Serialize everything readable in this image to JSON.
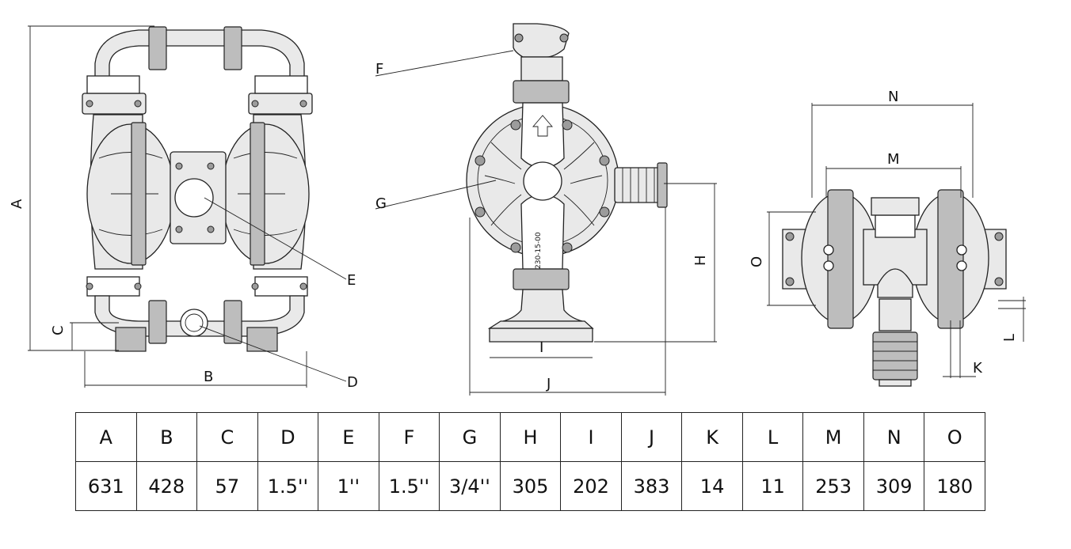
{
  "labels": {
    "A": "A",
    "B": "B",
    "C": "C",
    "D": "D",
    "E": "E",
    "F": "F",
    "G": "G",
    "H": "H",
    "I": "I",
    "J": "J",
    "K": "K",
    "L": "L",
    "M": "M",
    "N": "N",
    "O": "O"
  },
  "stamp": "230-15-00",
  "table": {
    "headers": [
      "A",
      "B",
      "C",
      "D",
      "E",
      "F",
      "G",
      "H",
      "I",
      "J",
      "K",
      "L",
      "M",
      "N",
      "O"
    ],
    "values": [
      "631",
      "428",
      "57",
      "1.5''",
      "1''",
      "1.5''",
      "3/4''",
      "305",
      "202",
      "383",
      "14",
      "11",
      "253",
      "309",
      "180"
    ]
  }
}
